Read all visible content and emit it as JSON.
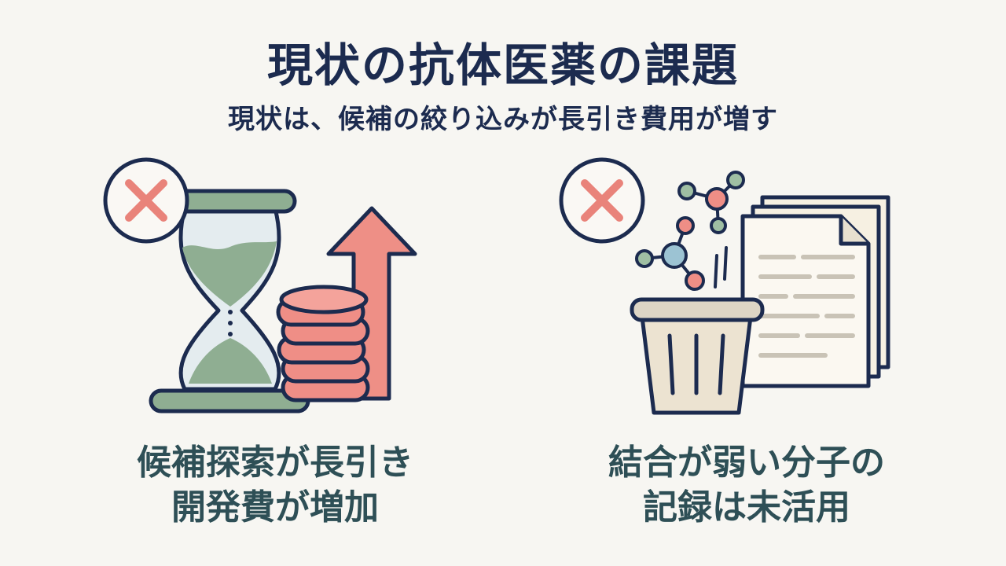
{
  "header": {
    "title": "現状の抗体医薬の課題",
    "subtitle": "現状は、候補の絞り込みが長引き費用が増す"
  },
  "panels": [
    {
      "caption_line1": "候補探索が長引き",
      "caption_line2": "開発費が増加",
      "icons": [
        "cross-icon",
        "hourglass-icon",
        "coin-stack-icon",
        "up-arrow-icon"
      ]
    },
    {
      "caption_line1": "結合が弱い分子の",
      "caption_line2": "記録は未活用",
      "icons": [
        "cross-icon",
        "molecule-icon",
        "trash-bin-icon",
        "documents-icon"
      ]
    }
  ],
  "colors": {
    "navy": "#1c2b4f",
    "teal_text": "#2e4f56",
    "red_mark": "#e9837a",
    "sage": "#8fae92",
    "coin": "#ef8e86",
    "arrow": "#ee8f86",
    "paper": "#f6f0e2",
    "molecule_blue": "#9cc3d3",
    "molecule_sage": "#9fbfa3"
  }
}
